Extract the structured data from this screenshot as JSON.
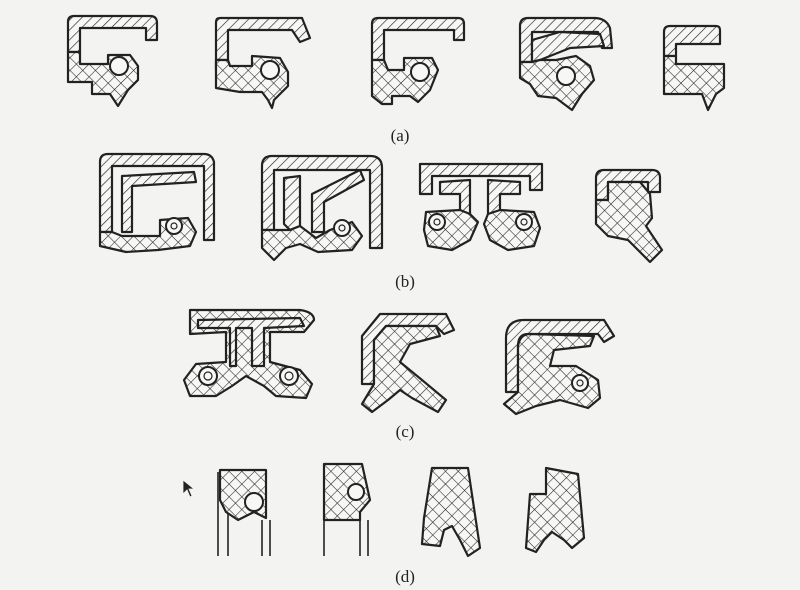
{
  "captions": {
    "a": "(a)",
    "b": "(b)",
    "c": "(c)",
    "d": "(d)"
  },
  "colors": {
    "background": "#f3f3f1",
    "line": "#222222"
  }
}
